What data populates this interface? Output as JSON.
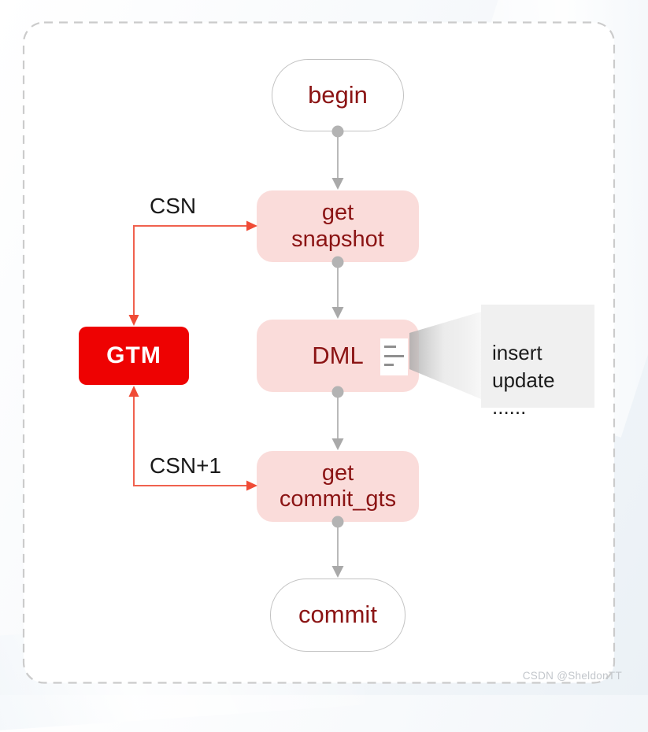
{
  "colors": {
    "canvas_bg": "#FFFFFF",
    "dashed_border": "#CBCBCB",
    "terminator_border": "#C2C2C2",
    "node_pink": "#FADCDA",
    "node_text": "#8B1414",
    "gtm_red": "#EE0202",
    "gtm_text": "#FFFFFF",
    "red_arrow": "#F0614E",
    "red_arrowhead": "#F04B36",
    "gray_line": "#B9B9B9",
    "gray_dot": "#B3B3B3",
    "gray_arrowhead": "#A9A9A9",
    "annotation_bg": "#F0F0F0",
    "annotation_text": "#1C1C1C",
    "edge_label_text": "#1A1A1A",
    "icon_line": "#8F8F8F",
    "watermark_text": "#C2C6CB"
  },
  "diagram": {
    "nodes": {
      "begin": {
        "label": "begin"
      },
      "get_snapshot": {
        "label": "get\nsnapshot"
      },
      "dml": {
        "label": "DML"
      },
      "get_commit_gts": {
        "label": "get\ncommit_gts"
      },
      "commit": {
        "label": "commit"
      },
      "gtm": {
        "label": "GTM"
      }
    },
    "edge_labels": {
      "csn": "CSN",
      "csn_plus_1": "CSN+1"
    },
    "annotation": {
      "text": "insert\nupdate\n......"
    },
    "icons": {
      "dml_document_icon": "document-lines-icon"
    }
  },
  "watermark": "CSDN @SheldonTT"
}
